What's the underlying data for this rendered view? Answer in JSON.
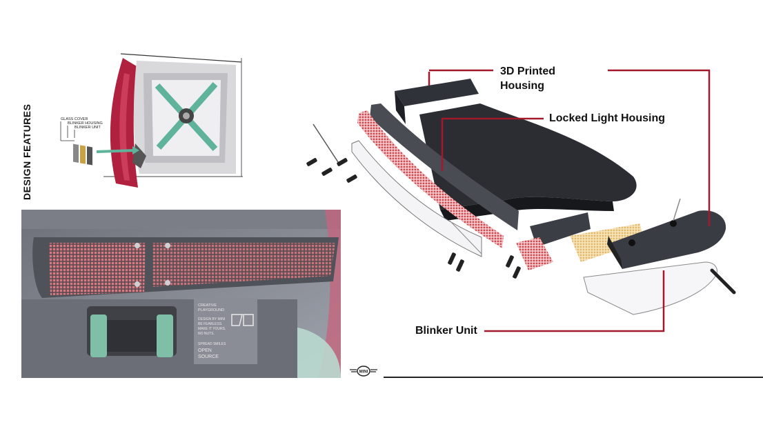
{
  "page": {
    "side_title": "DESIGN FEATURES"
  },
  "sketch": {
    "labels": [
      "GLASS COVER",
      "BLINKER HOUSING",
      "BLINKER UNIT"
    ]
  },
  "photo": {
    "plate_lines": [
      "CREATIVE",
      "PLAYGROUND",
      "DESIGN BY MINI",
      "BE FEARLESS.",
      "MAKE IT YOURS.",
      "NO NUTS."
    ],
    "plate_footer": [
      "SPREAD SMILES",
      "OPEN",
      "SOURCE"
    ]
  },
  "callouts": {
    "printed_housing": [
      "3D Printed",
      "Housing"
    ],
    "locked_housing": "Locked Light Housing",
    "blinker_unit": "Blinker Unit"
  },
  "footer": {
    "brand": "MINI"
  },
  "colors": {
    "accent": "#a3182b",
    "ink": "#111111"
  }
}
